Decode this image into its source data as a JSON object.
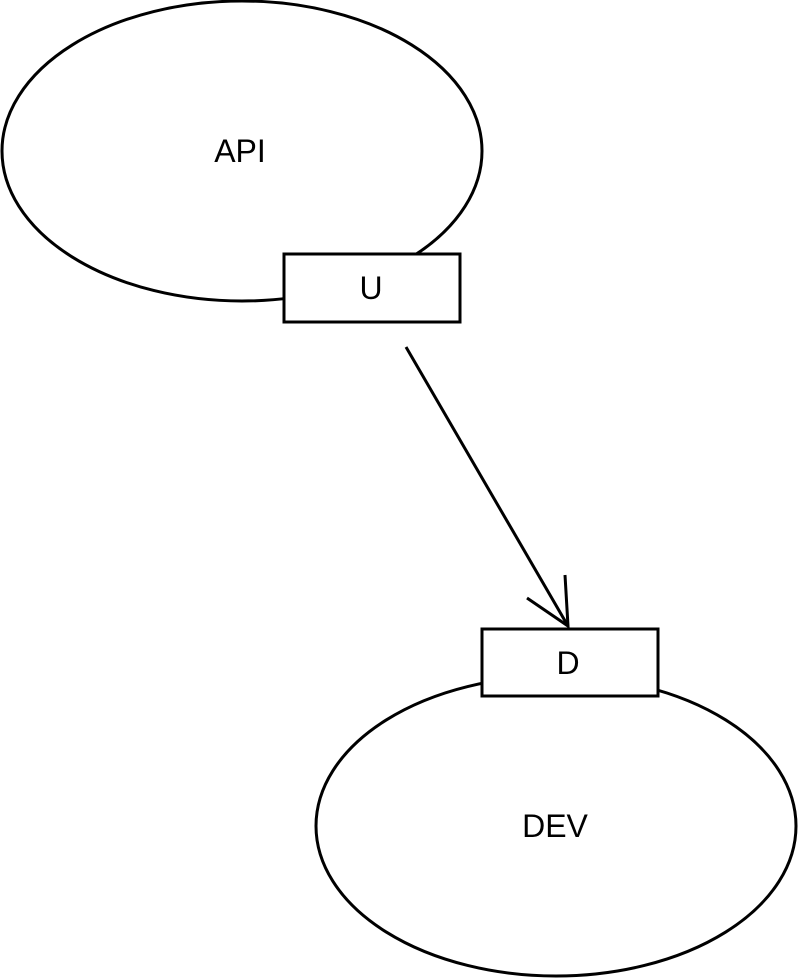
{
  "diagram": {
    "nodes": {
      "api": {
        "label": "API"
      },
      "dev": {
        "label": "DEV"
      }
    },
    "ports": {
      "upstream": {
        "label": "U"
      },
      "downstream": {
        "label": "D"
      }
    },
    "edges": [
      {
        "from": "U",
        "to": "D"
      }
    ],
    "colors": {
      "stroke": "#000000",
      "fill": "#ffffff"
    }
  }
}
